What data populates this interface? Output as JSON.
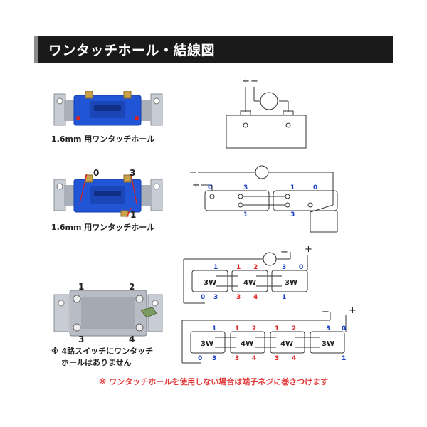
{
  "title": "ワンタッチホール・結線図",
  "photo1": {
    "caption": "1.6mm 用ワンタッチホール"
  },
  "photo2": {
    "caption": "1.6mm 用ワンタッチホール",
    "label_left": "0",
    "label_right": "3",
    "label_bottom": "1"
  },
  "photo3": {
    "label_tl": "1",
    "label_tr": "2",
    "label_bl": "3",
    "label_br": "4",
    "note_line1": "※ 4路スイッチにワンタッチ",
    "note_line2": "ホールはありません"
  },
  "diag1": {
    "plus": "+",
    "minus": "−"
  },
  "diag2": {
    "minus": "−",
    "plus": "+",
    "sw1": {
      "top": "0",
      "right_top": "3",
      "right_bottom": "1"
    },
    "sw2": {
      "left_top": "1",
      "right_top": "0",
      "left_bottom": "3"
    }
  },
  "diag3": {
    "minus": "−",
    "plus": "+",
    "boxes": [
      {
        "name": "3W",
        "tl": "1",
        "tr": "",
        "bl": "0",
        "br": "3"
      },
      {
        "name": "4W",
        "tl": "1",
        "tr": "2",
        "bl": "3",
        "br": "4"
      },
      {
        "name": "3W",
        "tl": "3",
        "tr": "0",
        "bl": "",
        "br": "1"
      }
    ]
  },
  "diag4": {
    "minus": "−",
    "plus": "+",
    "boxes": [
      {
        "name": "3W",
        "tl": "1",
        "tr": "",
        "bl": "0",
        "br": "3"
      },
      {
        "name": "4W",
        "tl": "1",
        "tr": "2",
        "bl": "3",
        "br": "4"
      },
      {
        "name": "4W",
        "tl": "1",
        "tr": "2",
        "bl": "3",
        "br": "4"
      },
      {
        "name": "3W",
        "tl": "3",
        "tr": "0",
        "bl": "",
        "br": "1"
      }
    ]
  },
  "footer": "※ ワンタッチホールを使用しない場合は端子ネジに巻きつけます",
  "colors": {
    "title_bg": "#1a1a1a",
    "switch_blue": "#2255d6",
    "label_blue": "#1a3fc4",
    "label_red": "#e02020",
    "footer_red": "#e23a3a",
    "wire": "#333333"
  }
}
